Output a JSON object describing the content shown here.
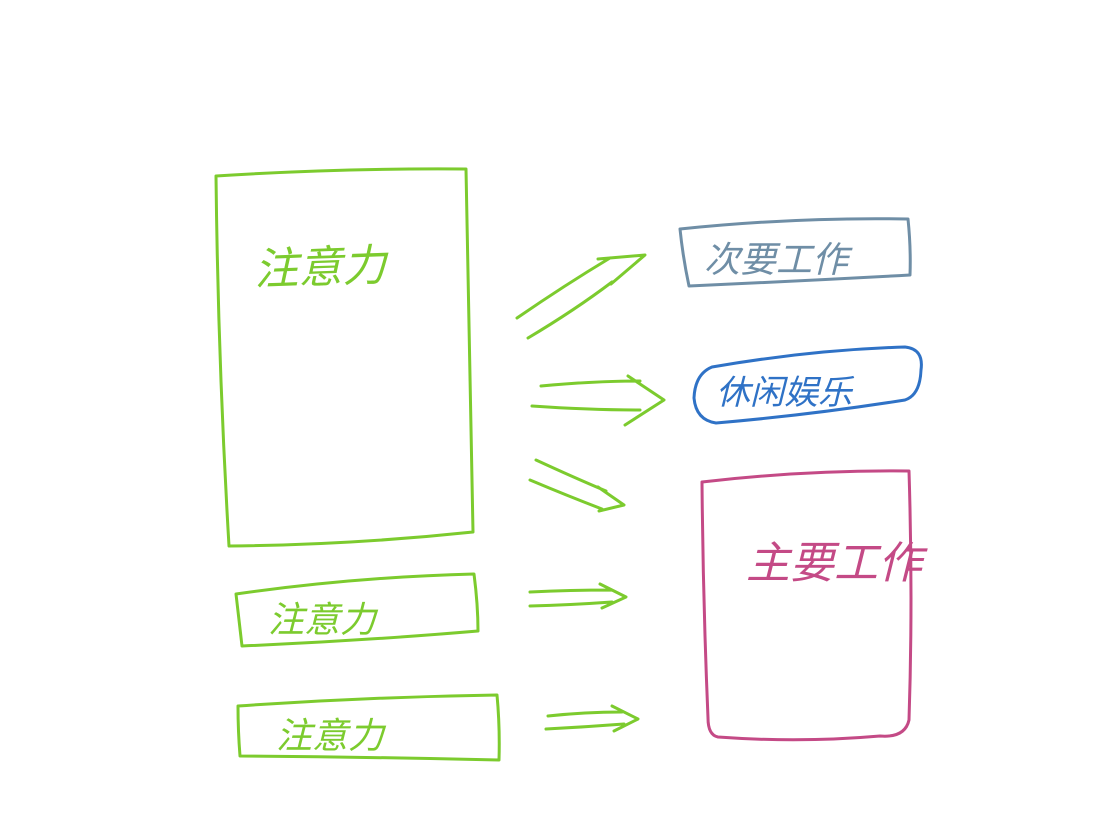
{
  "colors": {
    "attention": "#7ccb2e",
    "secondary_work": "#6f8ea6",
    "leisure": "#2f72c6",
    "main_work": "#c44a86",
    "background": "#ffffff"
  },
  "nodes": {
    "attention_large": {
      "label": "注意力",
      "icon": "hand-drawn-box"
    },
    "attention_small_1": {
      "label": "注意力",
      "icon": "hand-drawn-box"
    },
    "attention_small_2": {
      "label": "注意力",
      "icon": "hand-drawn-box"
    },
    "secondary_work": {
      "label": "次要工作",
      "icon": "hand-drawn-box"
    },
    "leisure": {
      "label": "休闲娱乐",
      "icon": "hand-drawn-rounded-box"
    },
    "main_work": {
      "label": "主要工作",
      "icon": "hand-drawn-box"
    }
  },
  "edges": [
    {
      "from": "attention_large",
      "to": "secondary_work",
      "icon": "double-arrow"
    },
    {
      "from": "attention_large",
      "to": "leisure",
      "icon": "double-arrow"
    },
    {
      "from": "attention_large",
      "to": "main_work",
      "icon": "double-arrow"
    },
    {
      "from": "attention_small_1",
      "to": "main_work",
      "icon": "double-arrow"
    },
    {
      "from": "attention_small_2",
      "to": "main_work",
      "icon": "double-arrow"
    }
  ]
}
